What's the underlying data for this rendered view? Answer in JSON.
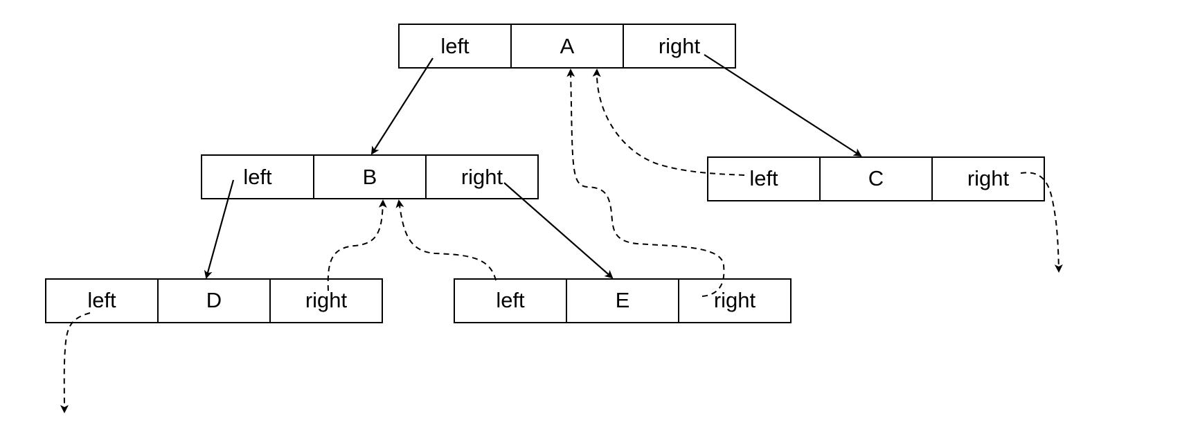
{
  "diagram": {
    "nodes": [
      {
        "id": "A",
        "left": "left",
        "value": "A",
        "right": "right"
      },
      {
        "id": "B",
        "left": "left",
        "value": "B",
        "right": "right"
      },
      {
        "id": "C",
        "left": "left",
        "value": "C",
        "right": "right"
      },
      {
        "id": "D",
        "left": "left",
        "value": "D",
        "right": "right"
      },
      {
        "id": "E",
        "left": "left",
        "value": "E",
        "right": "right"
      }
    ],
    "child_links": [
      {
        "from": "A",
        "side": "left",
        "to": "B"
      },
      {
        "from": "A",
        "side": "right",
        "to": "C"
      },
      {
        "from": "B",
        "side": "left",
        "to": "D"
      },
      {
        "from": "B",
        "side": "right",
        "to": "E"
      }
    ],
    "thread_links": [
      {
        "from": "D",
        "side": "right",
        "to": "B"
      },
      {
        "from": "E",
        "side": "left",
        "to": "B"
      },
      {
        "from": "E",
        "side": "right",
        "to": "A"
      },
      {
        "from": "C",
        "side": "left",
        "to": "A"
      },
      {
        "from": "D",
        "side": "left",
        "to": "null"
      },
      {
        "from": "C",
        "side": "right",
        "to": "null"
      }
    ],
    "colors": {
      "stroke": "#000000",
      "background": "#ffffff"
    }
  }
}
